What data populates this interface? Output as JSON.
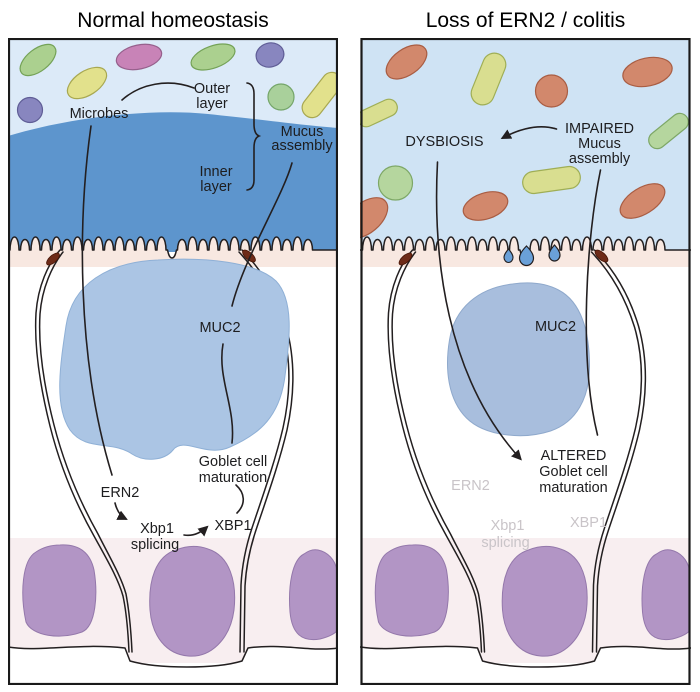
{
  "figure": {
    "left_panel": {
      "title": "Normal homeostasis",
      "labels": {
        "microbes": "Microbes",
        "outer_layer_line1": "Outer",
        "outer_layer_line2": "layer",
        "inner_layer_line1": "Inner",
        "inner_layer_line2": "layer",
        "mucus_assembly_line1": "Mucus",
        "mucus_assembly_line2": "assembly",
        "muc2": "MUC2",
        "goblet_maturation_line1": "Goblet cell",
        "goblet_maturation_line2": "maturation",
        "ern2": "ERN2",
        "xbp1_splicing_line1": "Xbp1",
        "xbp1_splicing_line2": "splicing",
        "xbp1": "XBP1"
      }
    },
    "right_panel": {
      "title": "Loss of ERN2 / colitis",
      "labels": {
        "dysbiosis": "DYSBIOSIS",
        "impaired_line1": "IMPAIRED",
        "impaired_line2": "Mucus",
        "impaired_line3": "assembly",
        "muc2": "MUC2",
        "altered_line1": "ALTERED",
        "altered_line2": "Goblet cell",
        "altered_line3": "maturation",
        "ern2": "ERN2",
        "xbp1_splicing_line1": "Xbp1",
        "xbp1_splicing_line2": "splicing",
        "xbp1": "XBP1"
      }
    },
    "palette": {
      "lumen_light_blue": "#dceaf8",
      "lumen_right_blue": "#cfe3f4",
      "inner_mucus_blue": "#5d95cd",
      "muc2_granule_blue": "#abc5e4",
      "muc2_granule_blue_right": "#a8bedd",
      "cell_pink": "#f8e8e1",
      "basal_cell_pink": "#f3e2e6",
      "nucleus_purple": "#b295c5",
      "tight_junction_brown": "#6e2b18",
      "faded_label_gray": "#c9c4c8",
      "line_black": "#231f20",
      "microbe_green": "#abd08f",
      "microbe_yellow": "#e2e18c",
      "microbe_pink": "#c883b7",
      "microbe_purple": "#8886bf",
      "microbe_salmon": "#d2886c",
      "microbe_yellow_green": "#d9de90"
    }
  }
}
